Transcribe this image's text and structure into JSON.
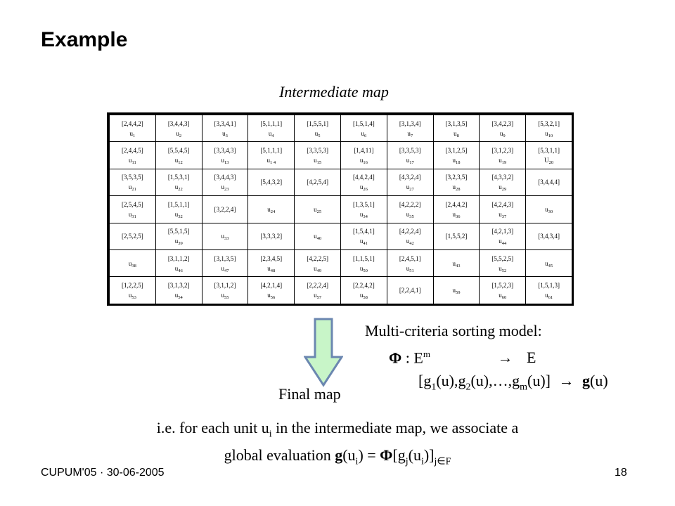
{
  "title": "Example",
  "subtitle": "Intermediate map",
  "grid": {
    "cells": [
      {
        "v": "[2,4,4,2]",
        "u": "1"
      },
      {
        "v": "[3,4,4,3]",
        "u": "2"
      },
      {
        "v": "[3,3,4,1]",
        "u": "3"
      },
      {
        "v": "[5,1,1,1]",
        "u": "4"
      },
      {
        "v": "[1,5,5,1]",
        "u": "5"
      },
      {
        "v": "[1,5,1,4]",
        "u": "6"
      },
      {
        "v": "[3,1,3,4]",
        "u": "7"
      },
      {
        "v": "[3,1,3,5]",
        "u": "8"
      },
      {
        "v": "[3,4,2,3]",
        "u": "9"
      },
      {
        "v": "[5,3,2,1]",
        "u": "10"
      },
      {
        "v": "[2,4,4,5]",
        "u": "11"
      },
      {
        "v": "[5,5,4,5]",
        "u": "12"
      },
      {
        "v": "[3,3,4,3]",
        "u": "13"
      },
      {
        "v": "[5,1,1,1]",
        "u": "1 4"
      },
      {
        "v": "[3,3,5,3]",
        "u": "15"
      },
      {
        "v": "[1,4,11]",
        "u": "16"
      },
      {
        "v": "[3,3,5,3]",
        "u": "17"
      },
      {
        "v": "[3,1,2,5]",
        "u": "18"
      },
      {
        "v": "[3,1,2,3]",
        "u": "19"
      },
      {
        "v": "[5,3,1,1]",
        "U": "20"
      },
      {
        "v": "[3,5,3,5]",
        "u": "21"
      },
      {
        "v": "[1,5,3,1]",
        "u": "22"
      },
      {
        "v": "[3,4,4,3]",
        "u": "23"
      },
      {
        "v": "[5,4,3,2]"
      },
      {
        "v": "[4,2,5,4]"
      },
      {
        "v": "[4,4,2,4]",
        "u": "26"
      },
      {
        "v": "[4,3,2,4]",
        "u": "27"
      },
      {
        "v": "[3,2,3,5]",
        "u": "28"
      },
      {
        "v": "[4,3,3,2]",
        "u": "29"
      },
      {
        "v": "[3,4,4,4]"
      },
      {
        "v": "[2,5,4,5]",
        "u": "31"
      },
      {
        "v": "[1,5,1,1]",
        "u": "32"
      },
      {
        "v": "[3,2,2,4]"
      },
      {
        "u": "24"
      },
      {
        "u": "25"
      },
      {
        "v": "[1,3,5,1]",
        "u": "34"
      },
      {
        "v": "[4,2,2,2]",
        "u": "35"
      },
      {
        "v": "[2,4,4,2]",
        "u": "36"
      },
      {
        "v": "[4,2,4,3]",
        "u": "37"
      },
      {
        "u": "30"
      },
      {
        "v": "[2,5,2,5]"
      },
      {
        "v": "[5,5,1,5]",
        "u": "39"
      },
      {
        "u": "33"
      },
      {
        "v": "[3,3,3,2]"
      },
      {
        "u": "40"
      },
      {
        "v": "[1,5,4,1]",
        "u": "41"
      },
      {
        "v": "[4,2,2,4]",
        "u": "42"
      },
      {
        "v": "[1,5,5,2]"
      },
      {
        "v": "[4,2,1,3]",
        "u": "44"
      },
      {
        "v": "[3,4,3,4]"
      },
      {
        "u": "38"
      },
      {
        "v": "[3,1,1,2]",
        "u": "46"
      },
      {
        "v": "[3,1,3,5]",
        "u": "47"
      },
      {
        "v": "[2,3,4,5]",
        "u": "48"
      },
      {
        "v": "[4,2,2,5]",
        "u": "49"
      },
      {
        "v": "[1,1,5,1]",
        "u": "50"
      },
      {
        "v": "[2,4,5,1]",
        "u": "51"
      },
      {
        "u": "43"
      },
      {
        "v": "[5,5,2,5]",
        "u": "52"
      },
      {
        "u": "45"
      },
      {
        "v": "[1,2,2,5]",
        "u": "53"
      },
      {
        "v": "[3,1,3,2]",
        "u": "54"
      },
      {
        "v": "[3,1,1,2]",
        "u": "55"
      },
      {
        "v": "[4,2,1,4]",
        "u": "56"
      },
      {
        "v": "[2,2,2,4]",
        "u": "57"
      },
      {
        "v": "[2,2,4,2]",
        "u": "58"
      },
      {
        "v": "[2,2,4,1]"
      },
      {
        "u": "59"
      },
      {
        "v": "[1,5,2,3]",
        "u": "60"
      },
      {
        "v": "[1,5,1,3]",
        "u": "61"
      }
    ]
  },
  "model": {
    "line1": "Multi-criteria sorting model:",
    "phi": "Φ",
    "colon": ":",
    "E": "E",
    "m": "m",
    "arrow": "→",
    "E2": "E",
    "g_lb": "[g",
    "g1_sub": "1",
    "g1_rest": "(u),g",
    "g2_sub": "2",
    "g2_rest": "(u),…,g",
    "gm_sub": "m",
    "gm_rest": "(u)]",
    "arrow2": "→",
    "gu_bold": "g",
    "gu_rest": "(u)"
  },
  "final_map": "Final map",
  "foot": {
    "a1": "i.e. for each unit u",
    "a1_sub": "i",
    "a2": " in the intermediate map, we associate a",
    "b1": "global evaluation ",
    "b_g": "g",
    "b2": "(u",
    "b2_sub": "i",
    "b3": ") = ",
    "b_phi": "Φ",
    "b4": "[g",
    "b4_sub": "j",
    "b5": "(u",
    "b5_sub": "i",
    "b6": ")]",
    "b6_sub": "j∈F"
  },
  "footer": {
    "left": "CUPUM'05 · 30-06-2005",
    "page": "18"
  },
  "colors": {
    "arrow_fill": "#c8f5c8",
    "arrow_stroke": "#6b87b0"
  }
}
